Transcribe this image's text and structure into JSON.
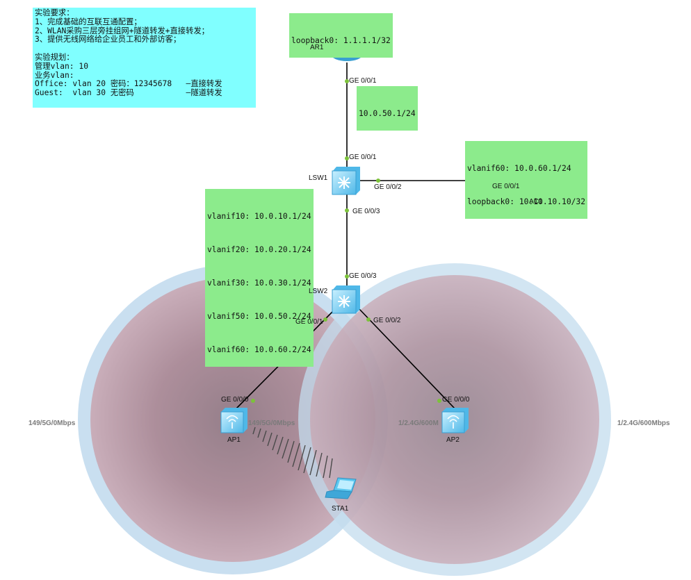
{
  "note": {
    "lines": [
      "实验要求：",
      "1、完成基础的互联互通配置；",
      "2、WLAN采购三层旁挂组网+隧道转发+直接转发；",
      "3、提供无线网络给企业员工和外部访客；",
      "",
      "实验规划：",
      "管理vlan: 10",
      "业务vlan:",
      "Office: vlan 20 密码：12345678   —直接转发",
      "Guest:  vlan 30 无密码           —隧道转发"
    ]
  },
  "devices": {
    "ar1": "AR1",
    "lsw1": "LSW1",
    "ac1": "AC1",
    "lsw2": "LSW2",
    "ap1": "AP1",
    "ap2": "AP2",
    "sta1": "STA1"
  },
  "ports": {
    "ar1_down": "GE 0/0/1",
    "lsw1_up": "GE 0/0/1",
    "lsw1_right": "GE 0/0/2",
    "ac1_left": "GE 0/0/1",
    "lsw1_down": "GE 0/0/3",
    "lsw2_up": "GE 0/0/3",
    "lsw2_left": "GE 0/0/1",
    "lsw2_right": "GE 0/0/2",
    "ap1_up": "GE 0/0/0",
    "ap2_up": "GE 0/0/0"
  },
  "addresses": {
    "ar1_loopback": "loopback0: 1.1.1.1/32",
    "ar1_link": "10.0.50.1/24",
    "ac1": [
      "vlanif60: 10.0.60.1/24",
      "loopback0: 10.10.10.10/32"
    ],
    "lsw1": [
      "vlanif10: 10.0.10.1/24",
      "vlanif20: 10.0.20.1/24",
      "vlanif30: 10.0.30.1/24",
      "vlanif50: 10.0.50.2/24",
      "vlanif60: 10.0.60.2/24"
    ]
  },
  "radio": {
    "ap1_outer": "149/5G/0Mbps",
    "ap1_inner": "149/5G/0Mbps",
    "ap2_inner": "1/2.4G/600M",
    "ap2_outer": "1/2.4G/600Mbps"
  },
  "colors": {
    "coverage_ring": "#c3dcee",
    "coverage_fill": "#b48c96",
    "coverage_center": "#8c6e78",
    "link": "#000000",
    "port_dot": "#7cc23a",
    "device": "#5cc8f0",
    "note_bg": "#80ffff",
    "address_bg": "#8ceb8c"
  }
}
